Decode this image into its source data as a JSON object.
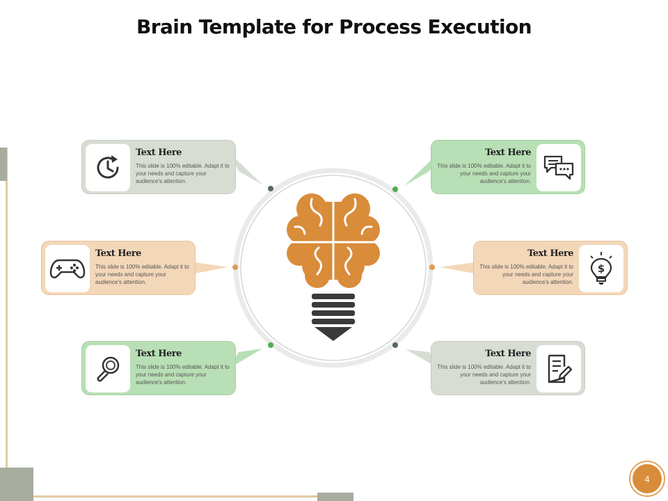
{
  "slide": {
    "title": "Brain Template for Process Execution",
    "page_number": "4"
  },
  "cards": [
    {
      "id": "top-left",
      "icon": "clock-refresh-icon",
      "heading": "Text Here",
      "body": "This slide is 100% editable. Adapt it to your needs and capture your audience's attention."
    },
    {
      "id": "middle-left",
      "icon": "game-controller-icon",
      "heading": "Text Here",
      "body": "This slide is 100% editable. Adapt it to your needs and capture your audience's attention."
    },
    {
      "id": "bottom-left",
      "icon": "magnifier-icon",
      "heading": "Text Here",
      "body": "This slide is 100% editable. Adapt it to your needs and capture your audience's attention."
    },
    {
      "id": "top-right",
      "icon": "chat-bubbles-icon",
      "heading": "Text Here",
      "body": "This slide is 100% editable. Adapt it to your needs and capture your audience's attention."
    },
    {
      "id": "middle-right",
      "icon": "dollar-bulb-icon",
      "heading": "Text Here",
      "body": "This slide is 100% editable. Adapt it to your needs and capture your audience's attention."
    },
    {
      "id": "bottom-right",
      "icon": "document-pen-icon",
      "heading": "Text Here",
      "body": "This slide is 100% editable. Adapt it to your needs and capture your audience's attention."
    }
  ],
  "center_graphic": {
    "icon": "brain-lightbulb-icon"
  },
  "colors": {
    "gray": "#d8ddd4",
    "green": "#b8dfb5",
    "tan": "#f3d7b9",
    "brain_orange": "#d98c3a",
    "bulb_base": "#3a3a3a",
    "accent_orange": "#e3a35f"
  }
}
